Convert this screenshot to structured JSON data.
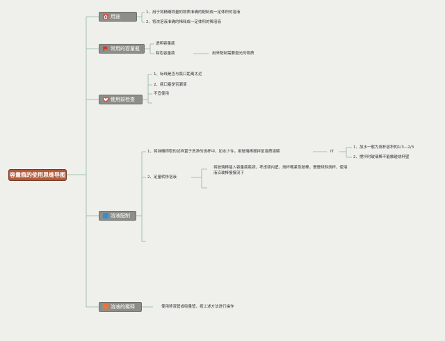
{
  "root": {
    "label": "容量瓶的使用思维导图"
  },
  "branches": [
    {
      "label": "用途",
      "icon": "home-icon",
      "color": "#d9534f",
      "items": [
        "1、用于将精确称量的物质准确的配制成一定体积的溶液",
        "2、将浓溶液准确的稀释成一定体积的稀溶液"
      ]
    },
    {
      "label": "常用的容量瓶",
      "icon": "flag-icon",
      "color": "#e0301e",
      "items": [
        "透明容量瓶",
        "棕色容量瓶"
      ],
      "note": "用来配制需要避光的物质"
    },
    {
      "label": "使用前检查",
      "icon": "heart-icon",
      "color": "#e0301e",
      "items": [
        "1、标线是否与瓶口距离太近",
        "2、瓶口塞是否漏液",
        "不宜使用"
      ]
    },
    {
      "label": "溶液配制",
      "icon": "square-icon",
      "color": "#2f8fd8",
      "items": [
        "1、将准确称取的试样置于洗净的烧杯中，加水少许，用玻璃棒搅拌至溶质溶解",
        "2、定量转移溶液"
      ],
      "connector": "IT",
      "sub_items": [
        "1、加水一般为烧杯容积的1/3—2/3",
        "2、搅拌时玻璃棒不能触碰烧杯壁"
      ],
      "transfer_lines": [
        "将玻璃棒插入容量瓶瓶颈，考虑颈内壁，烧杯嘴紧靠玻棒，慢慢倾斜烧杯，使溶",
        "液沿玻棒慢慢流下"
      ]
    },
    {
      "label": "溶液的稀释",
      "icon": "square-icon",
      "color": "#e8753a",
      "items": [
        "使用移液管或吸量管，按上述方法进行操作"
      ]
    }
  ]
}
